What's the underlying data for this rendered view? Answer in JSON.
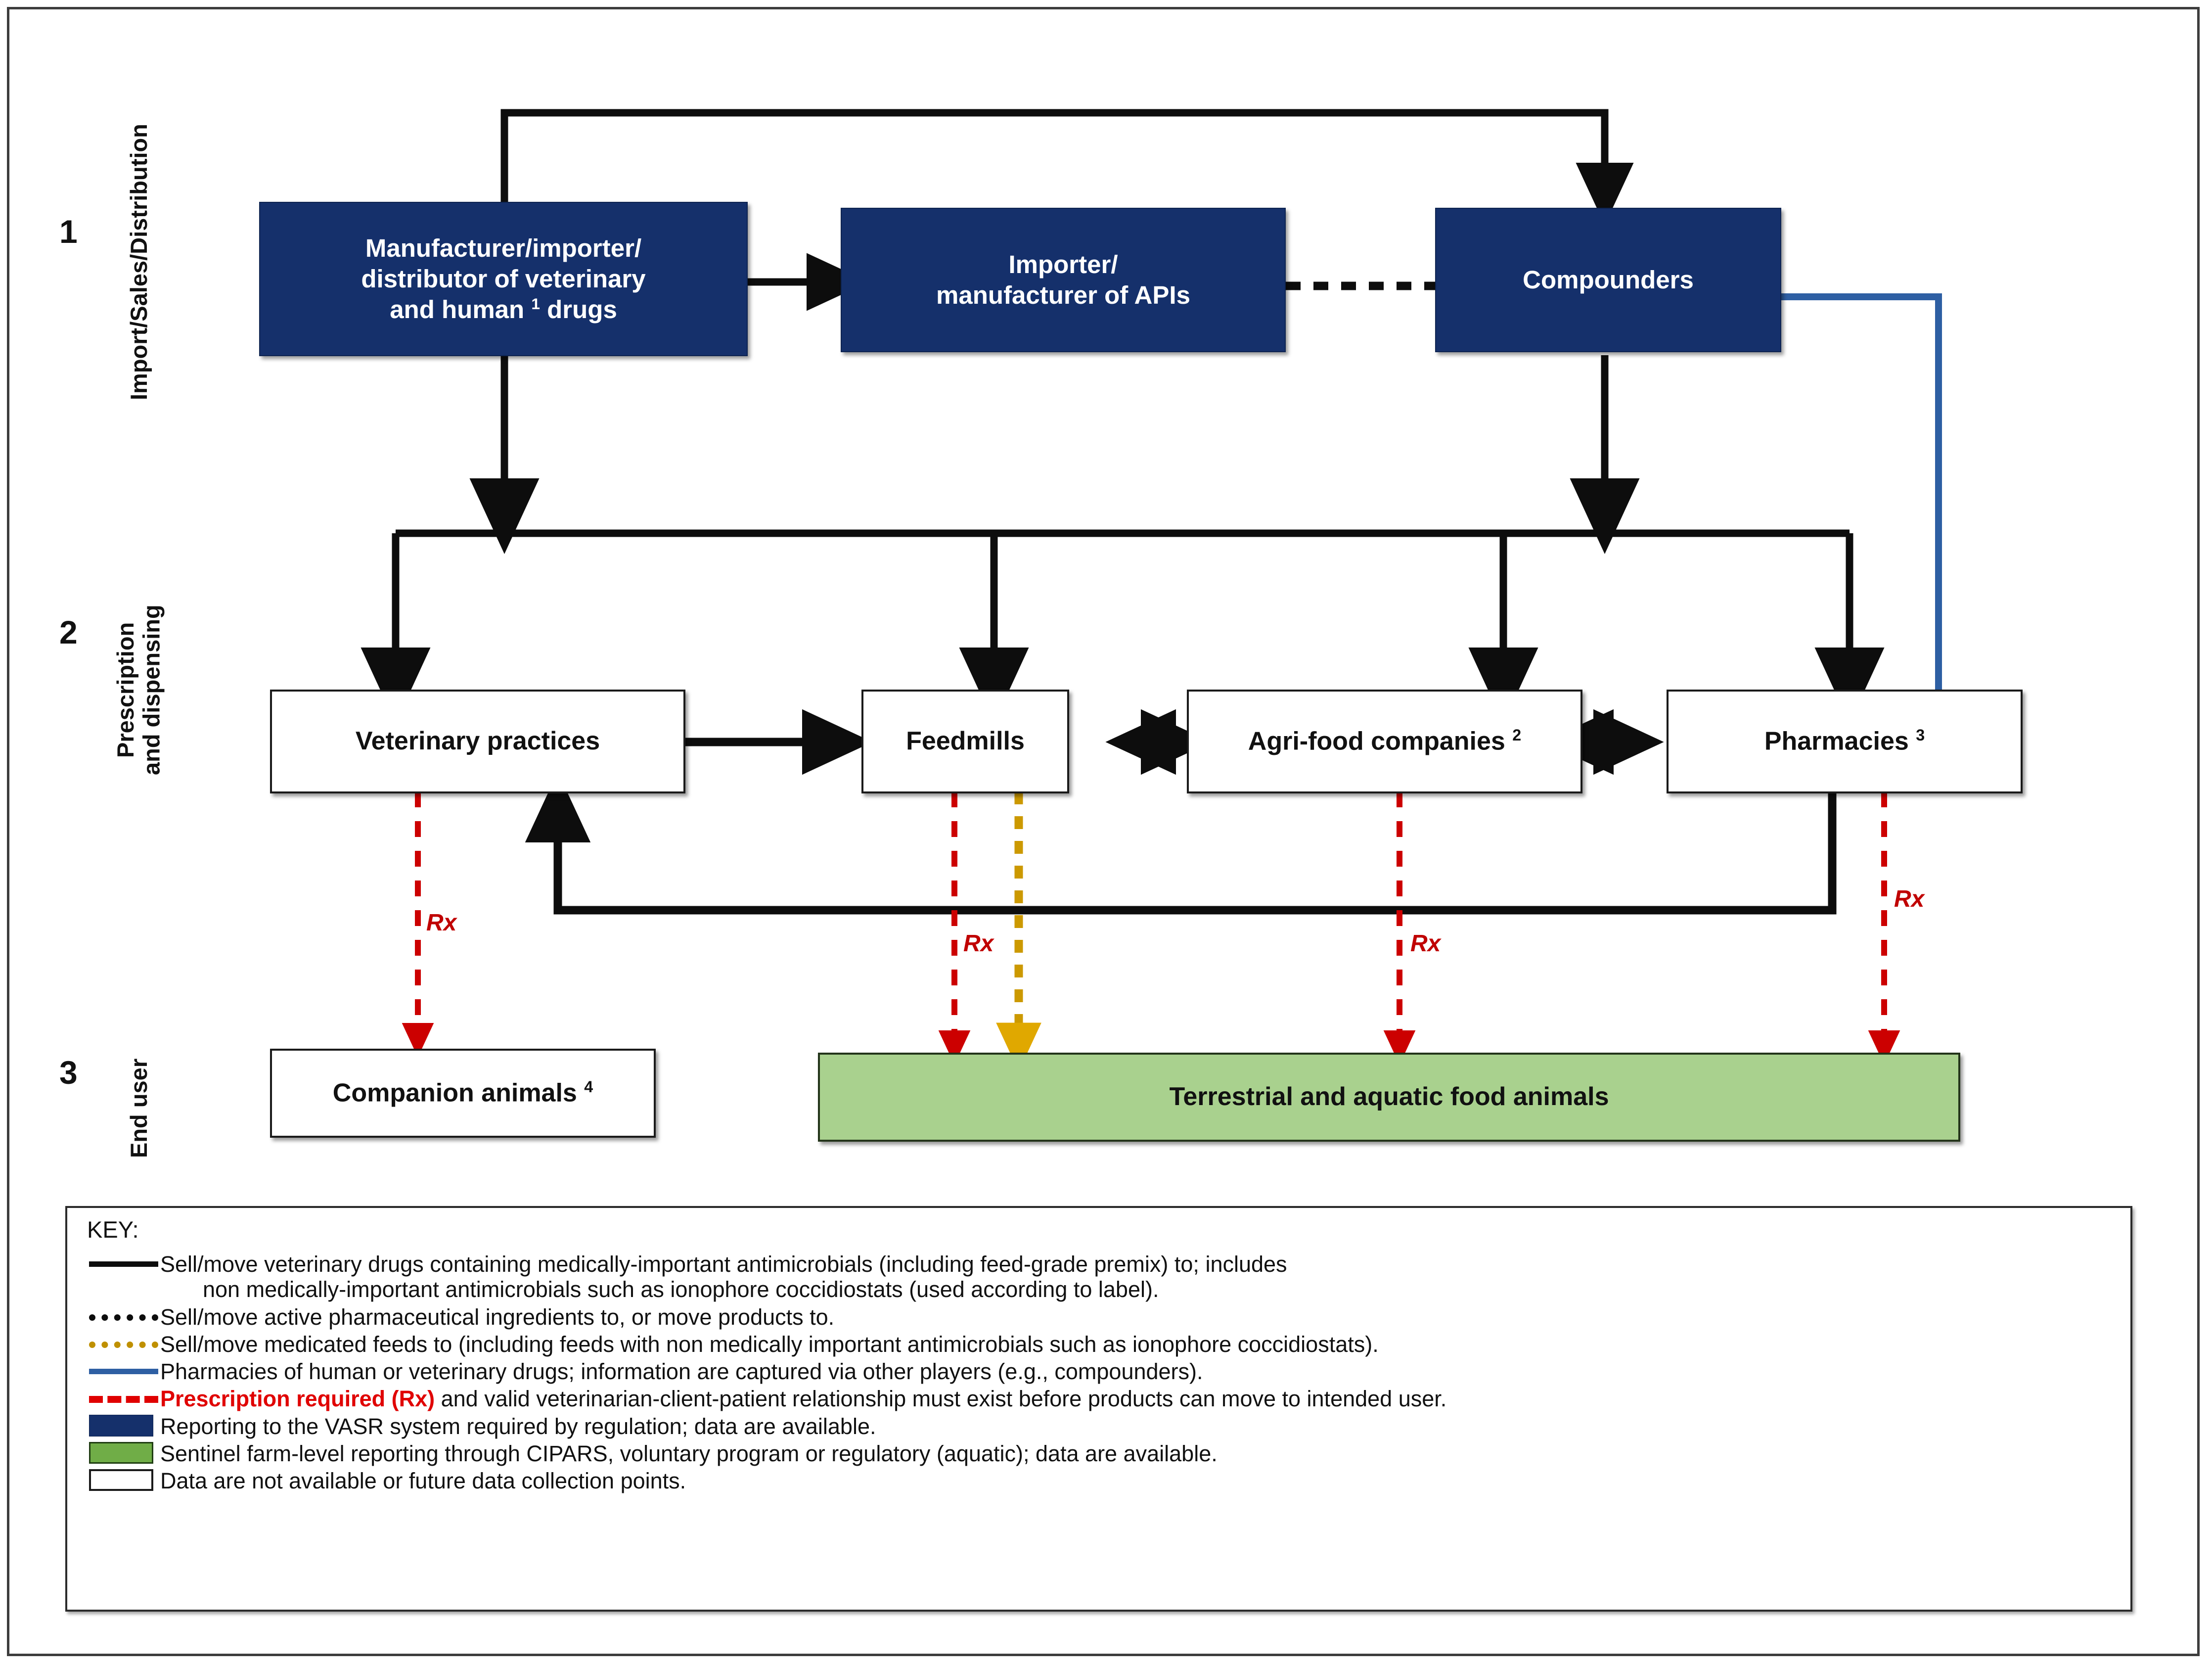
{
  "rows": [
    {
      "number": "1",
      "label": "Import/Sales/Distribution"
    },
    {
      "number": "2",
      "label": "Prescription\nand dispensing"
    },
    {
      "number": "3",
      "label": "End user"
    }
  ],
  "nodes": {
    "manufacturer": {
      "line1": "Manufacturer/importer/",
      "line2": "distributor of  veterinary",
      "line3": "and human ",
      "sup3": "1",
      "line3b": " drugs"
    },
    "api": {
      "line1": "Importer/",
      "line2": "manufacturer of APIs"
    },
    "compounders": {
      "label": "Compounders"
    },
    "vet_practices": {
      "label": "Veterinary practices"
    },
    "feedmills": {
      "label": "Feedmills"
    },
    "agrifood": {
      "label": "Agri-food companies ",
      "sup": "2"
    },
    "pharmacies": {
      "label": "Pharmacies ",
      "sup": "3"
    },
    "companion": {
      "label": "Companion animals ",
      "sup": "4"
    },
    "food_animals": {
      "label": "Terrestrial and aquatic food animals"
    }
  },
  "rx_labels": [
    {
      "text": "Rx"
    },
    {
      "text": "Rx"
    },
    {
      "text": "Rx"
    },
    {
      "text": "Rx"
    }
  ],
  "key": {
    "title": "KEY:",
    "entries": [
      {
        "swatch": "solid-black-line",
        "text": "Sell/move veterinary drugs containing medically-important antimicrobials (including feed-grade premix) to;  includes",
        "continuation": "non medically-important antimicrobials such as ionophore coccidiostats (used according to label)."
      },
      {
        "swatch": "dotted-black-line",
        "text": "Sell/move active pharmaceutical ingredients to, or move products to."
      },
      {
        "swatch": "dotted-gold-line",
        "text": "Sell/move medicated feeds to (including feeds with non medically important antimicrobials such as ionophore coccidiostats)."
      },
      {
        "swatch": "solid-blue-line",
        "text": "Pharmacies of human or veterinary drugs; information are captured via other players (e.g., compounders)."
      },
      {
        "swatch": "dashed-red-line",
        "text_red": "Prescription required (Rx)",
        "text": " and valid veterinarian-client-patient relationship must exist before products can move to intended user."
      },
      {
        "swatch": "navy-block",
        "text": "Reporting to the VASR system required by regulation; data are available."
      },
      {
        "swatch": "green-block",
        "text": "Sentinel farm-level reporting through CIPARS, voluntary program or regulatory (aquatic); data are available."
      },
      {
        "swatch": "white-block",
        "text": "Data are not available or future data collection points."
      }
    ]
  },
  "colors": {
    "navy": "#15306b",
    "green": "#a9d18e",
    "green_key": "#70ad47",
    "red": "#e00000",
    "rx_red": "#c00000",
    "gold": "#bf9000",
    "blue": "#2e5fa3",
    "black": "#0d0d0d"
  }
}
